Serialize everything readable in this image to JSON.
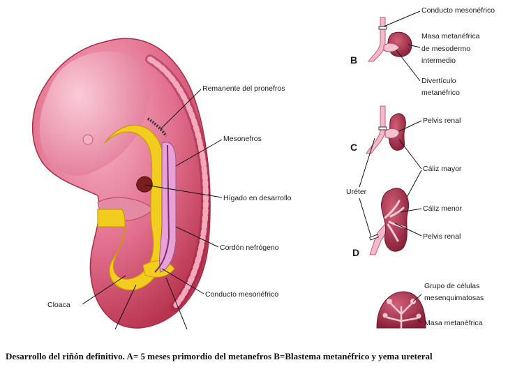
{
  "labels": {
    "embryo": {
      "pronephros_remnant": "Remanente del pronefros",
      "mesonephros": "Mesonefros",
      "liver": "Hígado en desarrollo",
      "nephrogenic_cord": "Cordón nefrógeno",
      "mesonephric_duct": "Conducto mesonéfrico",
      "cloaca": "Cloaca"
    },
    "panel_b": {
      "letter": "B",
      "mesonephric_duct": "Conducto mesonéfrico",
      "metanephric_mass_1": "Masa metanéfrica",
      "metanephric_mass_2": "de mesodermo",
      "metanephric_mass_3": "intermedio",
      "diverticulum_1": "Divertículo",
      "diverticulum_2": "metanéfrico"
    },
    "panel_c": {
      "letter": "C",
      "renal_pelvis": "Pelvis renal",
      "major_calyx": "Cáliz mayor",
      "ureter": "Uréter"
    },
    "panel_d": {
      "letter": "D",
      "minor_calyx": "Cáliz menor",
      "renal_pelvis": "Pelvis renal"
    },
    "panel_e": {
      "cells_1": "Grupo de células",
      "cells_2": "mesenquimatosas",
      "metanephric_mass": "Masa metanéfrica"
    }
  },
  "caption": "Desarrollo del riñón definitivo. A= 5 meses primordio del metanefros B=Blastema metanéfrico y yema ureteral"
}
